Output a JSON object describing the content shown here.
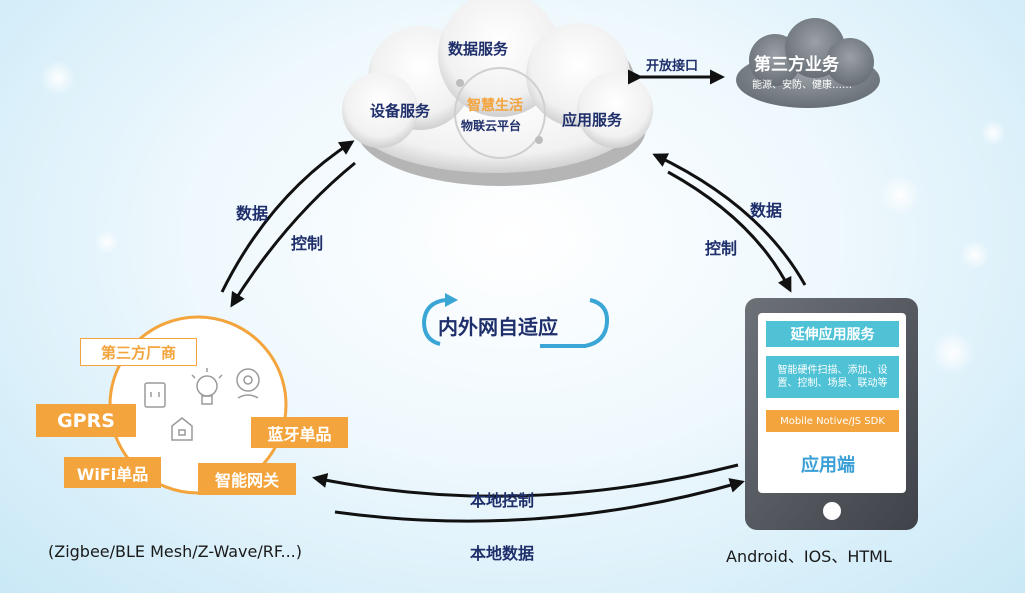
{
  "cloud": {
    "top": "数据服务",
    "left": "设备服务",
    "right": "应用服务",
    "center_title": "智慧生活",
    "center_sub": "物联云平台"
  },
  "open_api": "开放接口",
  "third_party_cloud": {
    "title": "第三方业务",
    "subtitle": "能源、安防、健康……"
  },
  "left_arrows": {
    "data": "数据",
    "control": "控制"
  },
  "right_arrows": {
    "data": "数据",
    "control": "控制"
  },
  "center_label": "内外网自适应",
  "bottom_arrows": {
    "local_control": "本地控制",
    "local_data": "本地数据"
  },
  "devices": {
    "vendor": "第三方厂商",
    "gprs": "GPRS",
    "bluetooth": "蓝牙单品",
    "wifi": "WiFi单品",
    "gateway": "智能网关",
    "protocols": "(Zigbee/BLE Mesh/Z-Wave/RF...)"
  },
  "phone": {
    "service_title": "延伸应用服务",
    "service_desc": "智能硬件扫描、添加、设置、控制、场景、联动等",
    "sdk": "Mobile Notive/JS SDK",
    "app_label": "应用端",
    "platforms": "Android、IOS、HTML"
  }
}
